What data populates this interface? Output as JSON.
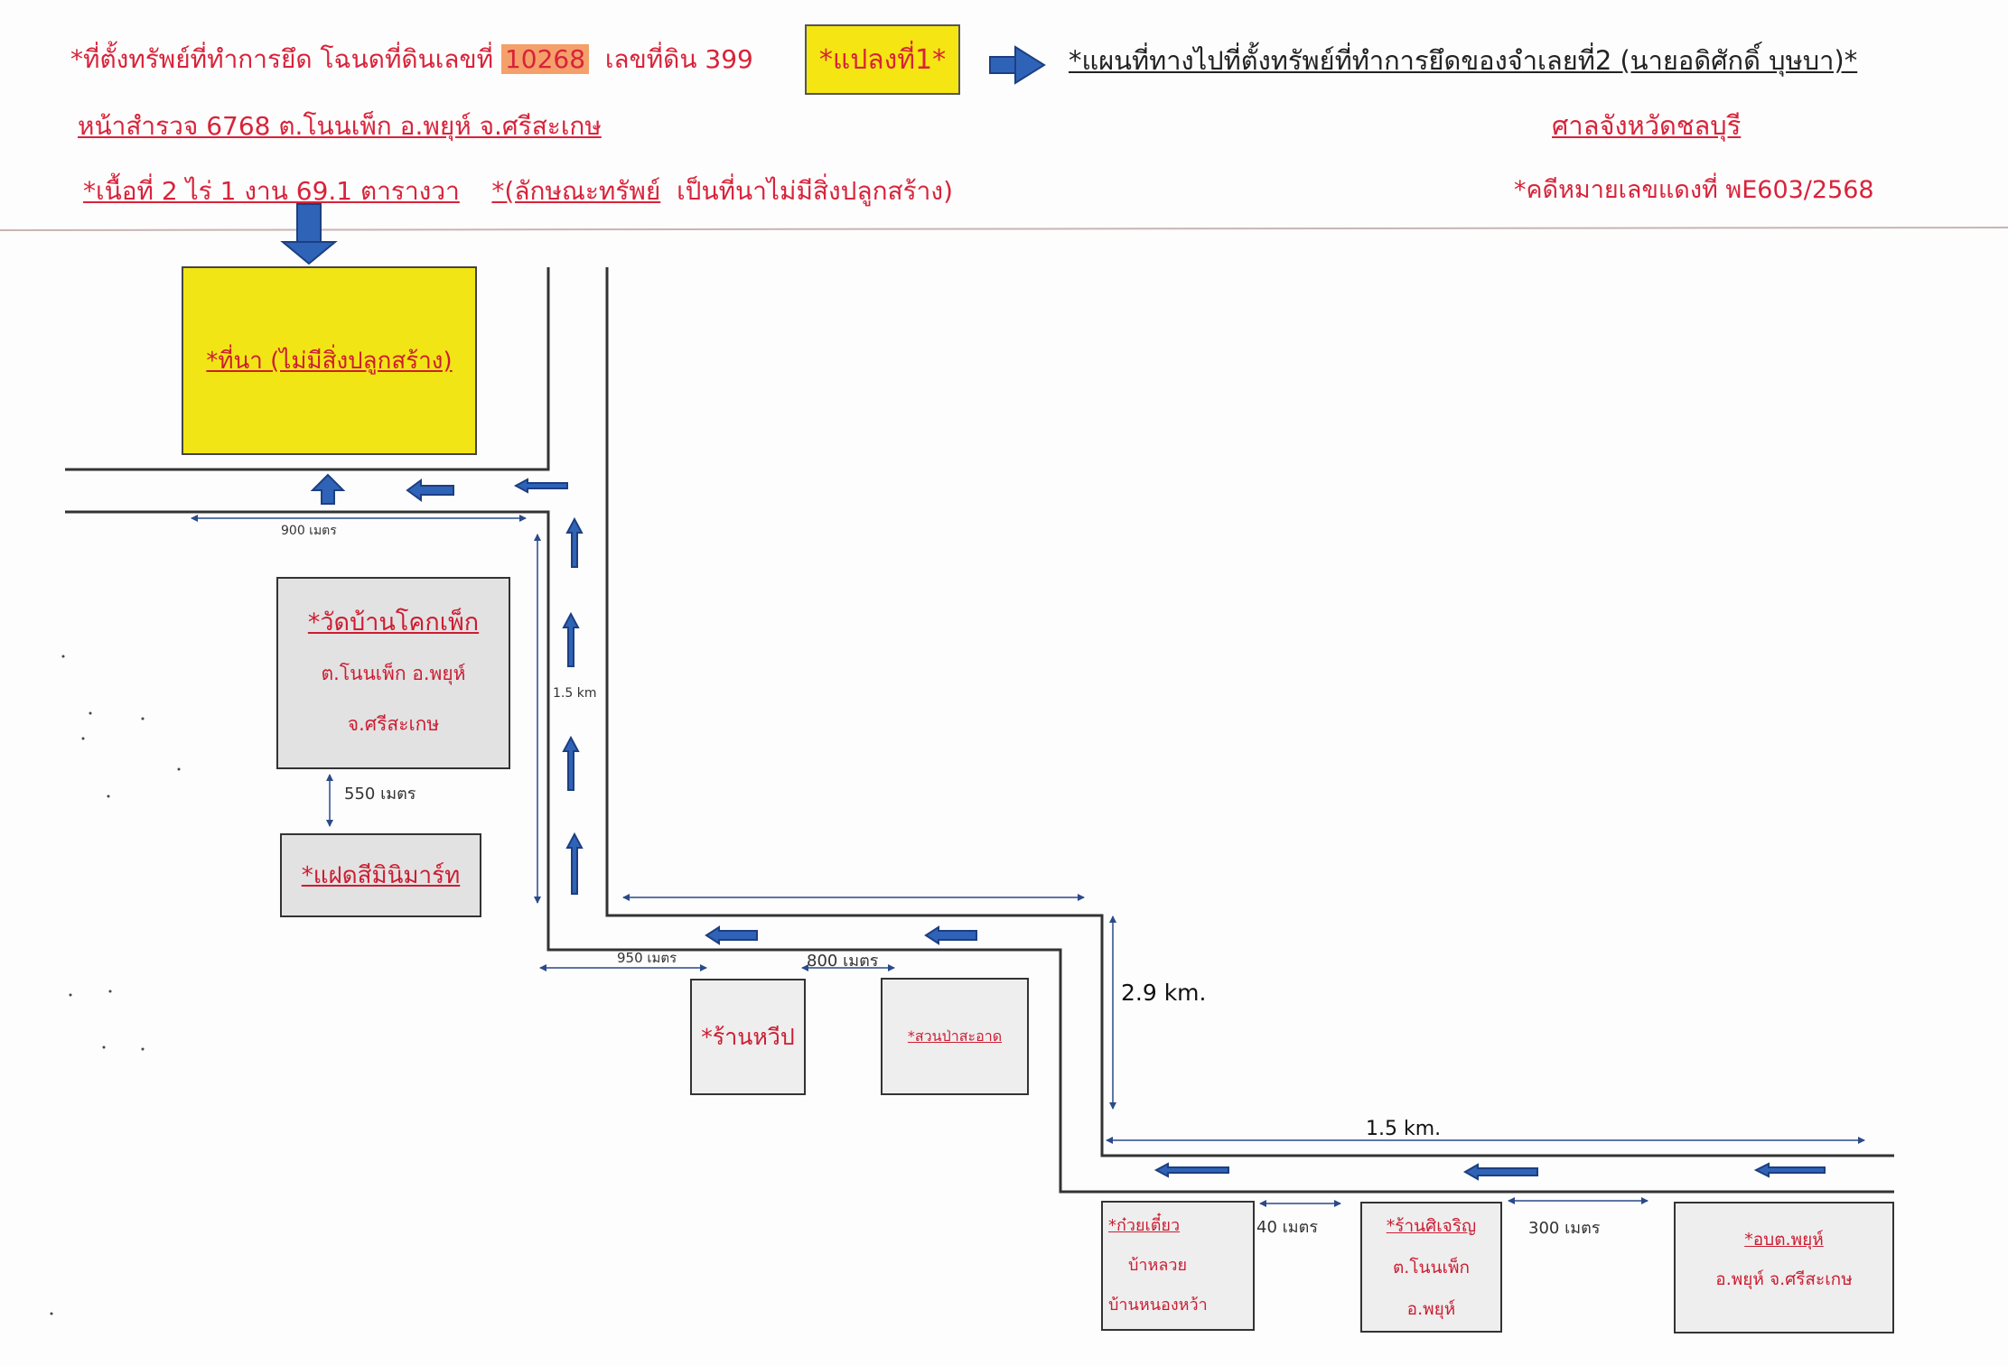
{
  "header": {
    "line1": "*ที่ตั้งทรัพย์ที่ทำการยึด โฉนดที่ดินเลขที่ 10268  เลขที่ดิน 399",
    "line1_prefix": "*ที่ตั้งทรัพย์ที่ทำการยึด โฉนดที่ดินเลขที่",
    "deed_no": "10268",
    "land_no": "เลขที่ดิน 399",
    "line2": "หน้าสำรวจ 6768   ต.โนนเพ็ก   อ.พยุห์    จ.ศรีสะเกษ",
    "line3_area": "*เนื้อที่    2 ไร่ 1 งาน 69.1 ตารางวา",
    "line3_type_label": "*(ลักษณะทรัพย์",
    "line3_type_value": "เป็นที่นาไม่มีสิ่งปลูกสร้าง)",
    "plot_tag": "*แปลงที่1*",
    "map_title": "*แผนที่ทางไปที่ตั้งทรัพย์ที่ทำการยึดของจำเลยที่2 (นายอดิศักดิ์  บุษบา)*",
    "court": "ศาลจังหวัดชลบุรี",
    "case_no": "*คดีหมายเลขแดงที่ พE603/2568"
  },
  "places": {
    "rice_field": "*ที่นา (ไม่มีสิ่งปลูกสร้าง)",
    "temple": [
      "*วัดบ้านโคกเพ็ก",
      "ต.โนนเพ็ก อ.พยุห์",
      "จ.ศรีสะเกษ"
    ],
    "shop_mini": "*แฝดสีมินิมาร์ท",
    "shop_hwip": "*ร้านหวีป",
    "shop_second": "*สวนป่าสะอาด",
    "noodle": [
      "*ก๋วยเตี๋ยว",
      "บ้าหลวย",
      "บ้านหนองหว้า"
    ],
    "shop_charoen": [
      "*ร้านศิเจริญ",
      "ต.โนนเพ็ก",
      "อ.พยุห์"
    ],
    "sao": [
      "*อบต.พยุห์",
      "อ.พยุห์ จ.ศรีสะเกษ"
    ]
  },
  "distances": {
    "d900": "900 เมตร",
    "d15": "1.5 km",
    "d550": "550 เมตร",
    "d950": "950 เมตร",
    "d800": "800 เมตร",
    "d29": "2.9 km.",
    "d15b": "1.5 km.",
    "d40": "40 เมตร",
    "d300": "300 เมตร"
  },
  "colors": {
    "accent_red": "#d8233a",
    "highlight_yellow": "#f5e512",
    "arrow_blue": "#2f63b8",
    "road_line": "#333333"
  }
}
